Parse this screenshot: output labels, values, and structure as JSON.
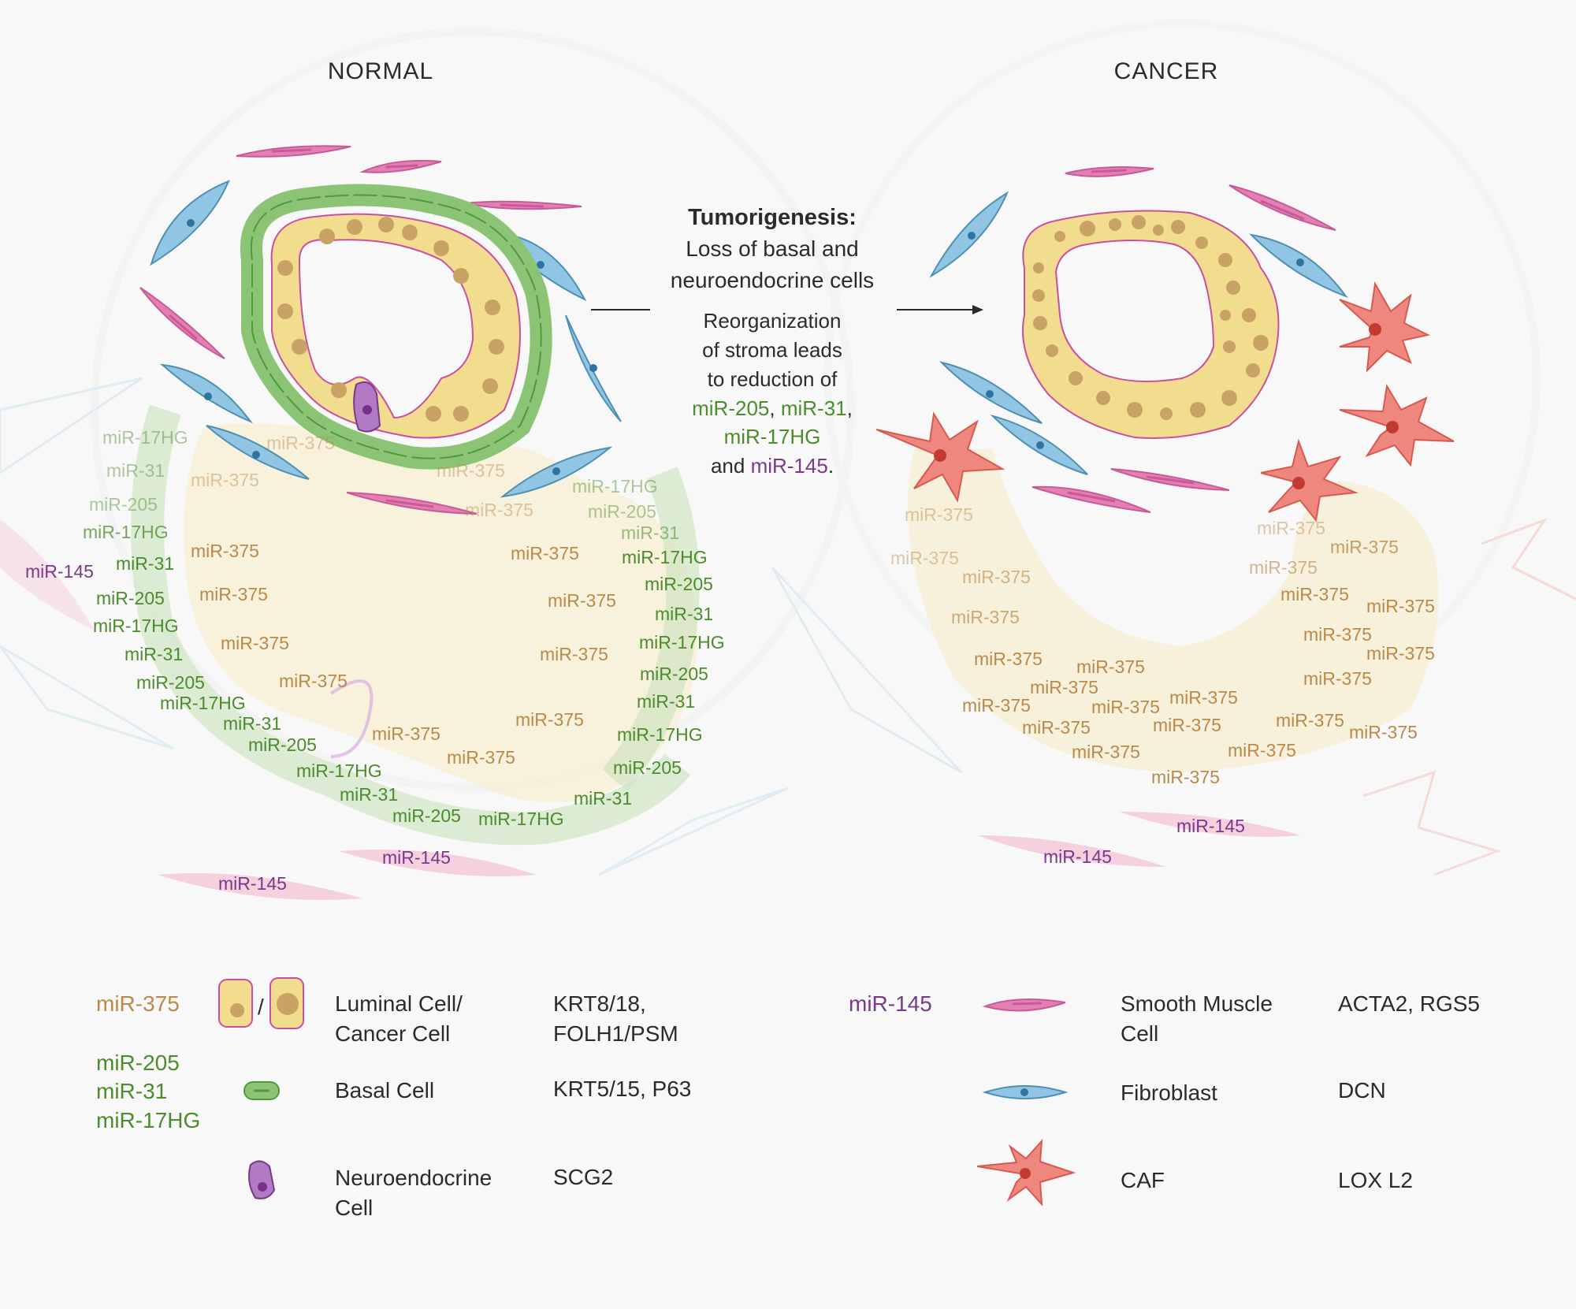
{
  "panels": {
    "normal_title": "NORMAL",
    "cancer_title": "CANCER"
  },
  "center": {
    "heading": "Tumorigenesis:",
    "line1": "Loss of basal and",
    "line2": "neuroendocrine cells",
    "line3": "Reorganization",
    "line4": "of stroma leads",
    "line5": "to reduction of",
    "line6_mir205": "miR-205",
    "line6_comma1": ",",
    "line6_mir31": "miR-31",
    "line6_comma2": ",",
    "line7_mir17hg": "miR-17HG",
    "line8_and": "and",
    "line8_mir145": "miR-145",
    "line8_period": "."
  },
  "mirnas": {
    "mir375": "miR-375",
    "mir205": "miR-205",
    "mir31": "miR-31",
    "mir17hg": "miR-17HG",
    "mir145": "miR-145"
  },
  "legend": {
    "luminal": {
      "mirna": "miR-375",
      "slash": "/",
      "name_line1": "Luminal Cell/",
      "name_line2": "Cancer Cell",
      "markers_line1": "KRT8/18,",
      "markers_line2": "FOLH1/PSM"
    },
    "basal": {
      "mirna_line1": "miR-205",
      "mirna_line2": "miR-31",
      "mirna_line3": "miR-17HG",
      "name": "Basal Cell",
      "markers": "KRT5/15, P63"
    },
    "neuro": {
      "name_line1": "Neuroendocrine",
      "name_line2": "Cell",
      "markers": "SCG2"
    },
    "smooth": {
      "mirna": "miR-145",
      "name_line1": "Smooth Muscle",
      "name_line2": "Cell",
      "markers": "ACTA2, RGS5"
    },
    "fibro": {
      "name": "Fibroblast",
      "markers": "DCN"
    },
    "caf": {
      "name": "CAF",
      "markers": "LOX L2"
    }
  },
  "colors": {
    "mir375": "#b98a4a",
    "basal_green": "#4c8c2c",
    "mir145_purple": "#7a3a8a",
    "luminal_fill": "#f2dd8e",
    "luminal_stroke": "#c84fa3",
    "nucleus": "#c9a366",
    "basal_fill": "#8cc476",
    "basal_stroke": "#4f9a3e",
    "neuro_fill": "#b07ac4",
    "smooth_fill": "#e47fb3",
    "fibro_fill": "#90c6e3",
    "caf_fill": "#ee877d"
  }
}
